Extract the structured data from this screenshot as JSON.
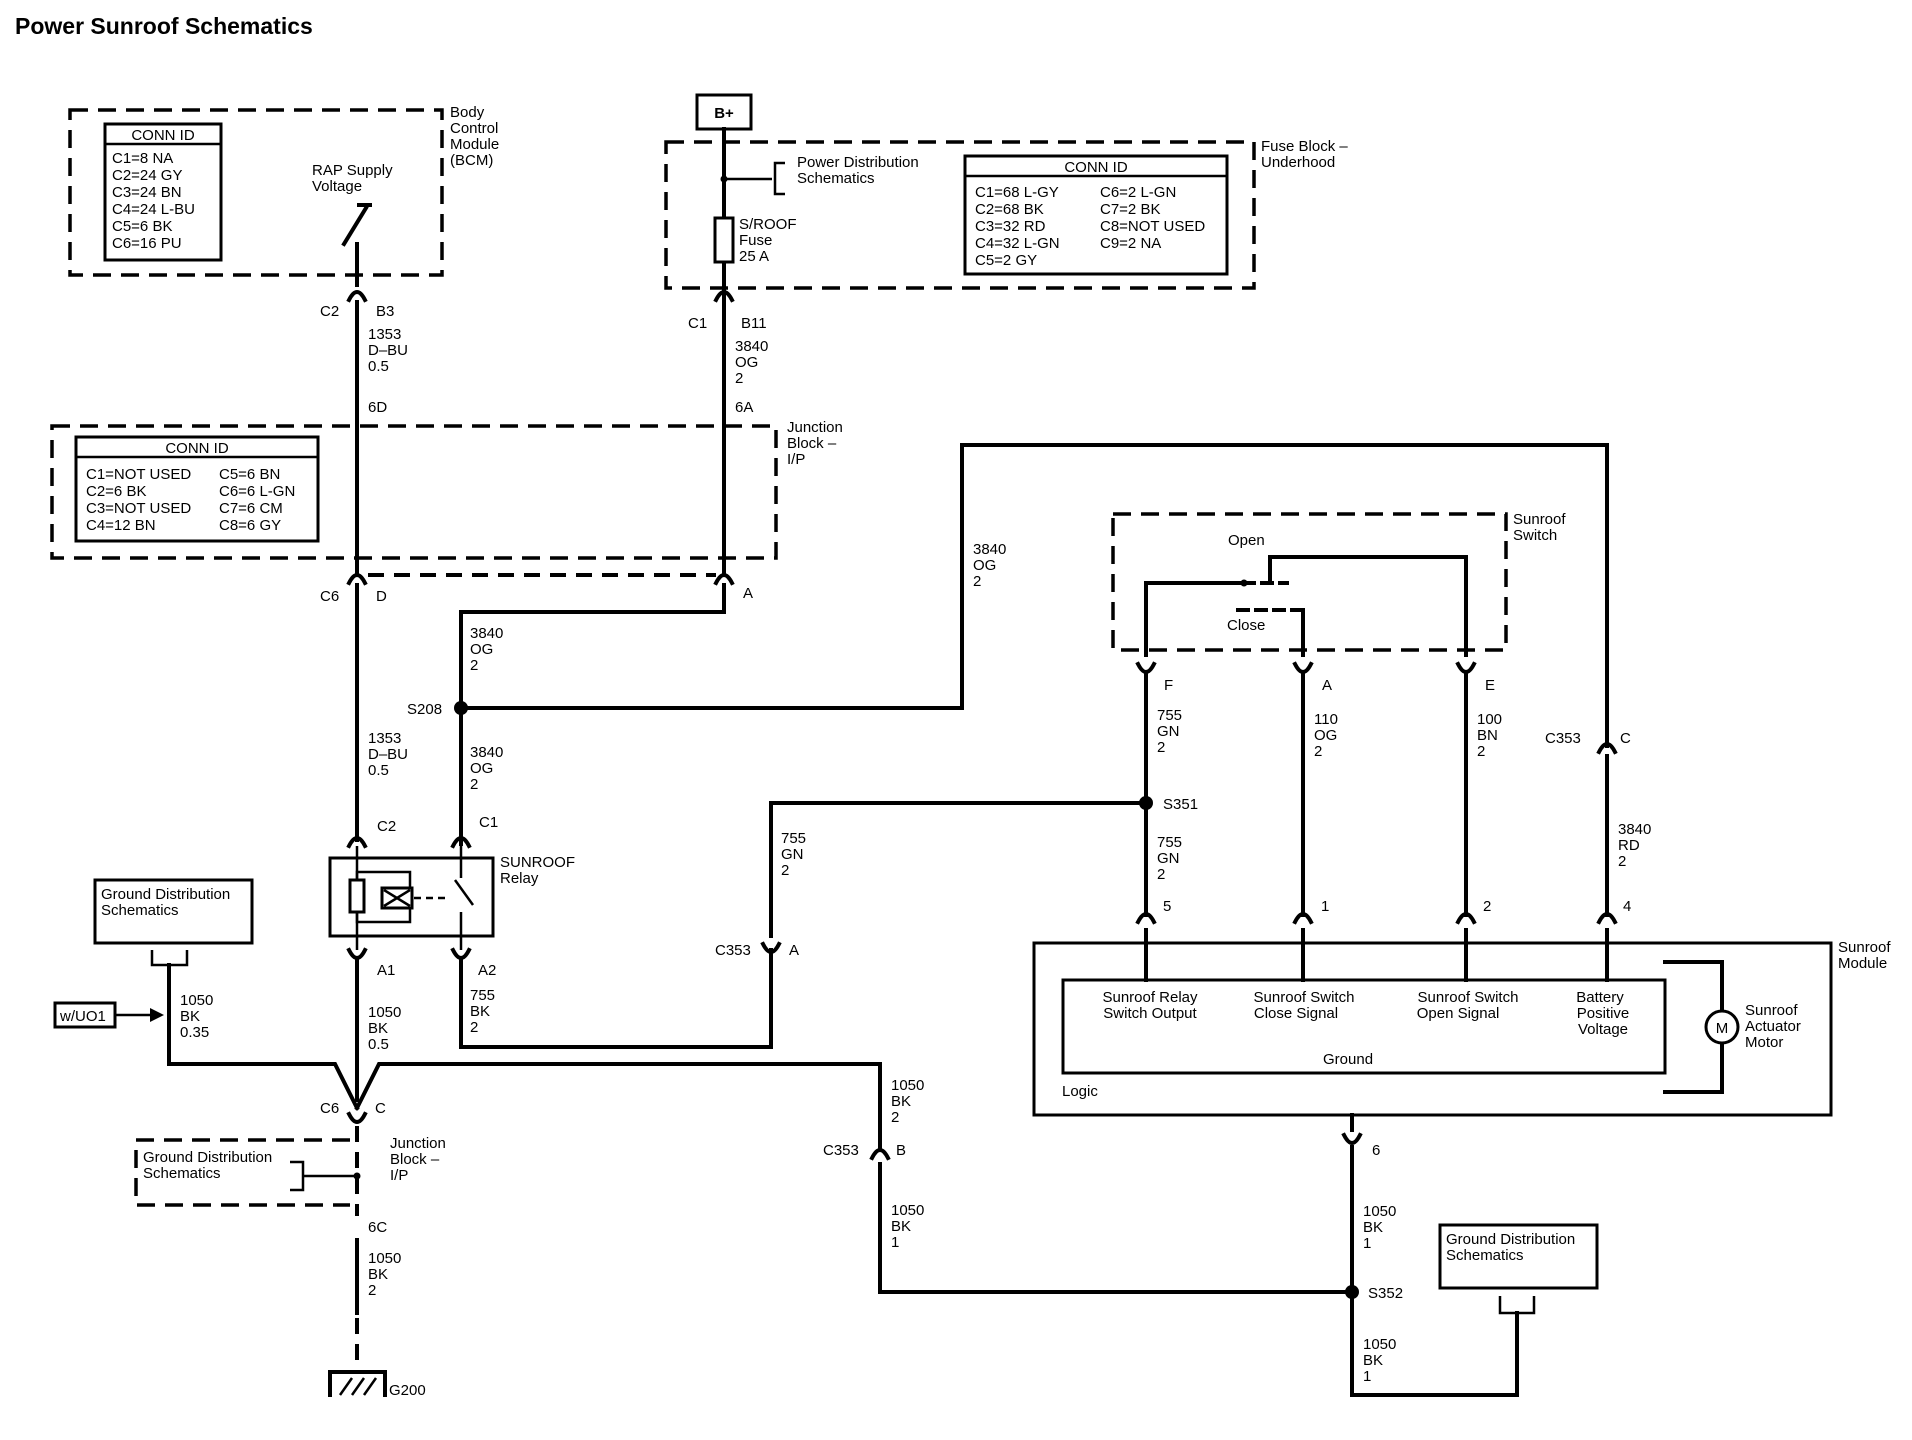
{
  "title": "Power Sunroof Schematics",
  "power": {
    "label": "B+"
  },
  "bcm": {
    "name_lines": [
      "Body",
      "Control",
      "Module",
      "(BCM)"
    ],
    "conn_title": "CONN ID",
    "conn": [
      "C1=8 NA",
      "C2=24 GY",
      "C3=24 BN",
      "C4=24 L-BU",
      "C5=6 BK",
      "C6=16 PU"
    ],
    "supply_lines": [
      "RAP Supply",
      "Voltage"
    ]
  },
  "fuse_block": {
    "name_lines": [
      "Fuse Block –",
      "Underhood"
    ],
    "pds_lines": [
      "Power Distribution",
      "Schematics"
    ],
    "fuse_lines": [
      "S/ROOF",
      "Fuse",
      "25 A"
    ],
    "conn_title": "CONN ID",
    "conn_left": [
      "C1=68 L-GY",
      "C2=68 BK",
      "C3=32 RD",
      "C4=32 L-GN",
      "C5=2 GY"
    ],
    "conn_right": [
      "C6=2 L-GN",
      "C7=2 BK",
      "C8=NOT USED",
      "C9=2 NA"
    ]
  },
  "junction_block": {
    "name_lines": [
      "Junction",
      "Block –",
      "I/P"
    ],
    "conn_title": "CONN ID",
    "conn_left": [
      "C1=NOT USED",
      "C2=6 BK",
      "C3=NOT USED",
      "C4=12 BN"
    ],
    "conn_right": [
      "C5=6 BN",
      "C6=6 L-GN",
      "C7=6 CM",
      "C8=6 GY"
    ]
  },
  "sunroof_switch": {
    "name_lines": [
      "Sunroof",
      "Switch"
    ],
    "open": "Open",
    "close": "Close"
  },
  "relay": {
    "name_lines": [
      "SUNROOF",
      "Relay"
    ]
  },
  "module": {
    "name_lines": [
      "Sunroof",
      "Module"
    ],
    "logic": "Logic",
    "ground": "Ground",
    "inputs": [
      {
        "lines": [
          "Sunroof Relay",
          "Switch Output"
        ]
      },
      {
        "lines": [
          "Sunroof Switch",
          "Close Signal"
        ]
      },
      {
        "lines": [
          "Sunroof Switch",
          "Open Signal"
        ]
      },
      {
        "lines": [
          "Battery",
          "Positive",
          "Voltage"
        ]
      }
    ],
    "motor_symbol": "M",
    "motor_lines": [
      "Sunroof",
      "Actuator",
      "Motor"
    ]
  },
  "ground_ref": {
    "lines": [
      "Ground Distribution",
      "Schematics"
    ]
  },
  "option": {
    "label": "w/UO1"
  },
  "ground_point": "G200",
  "labels": {
    "c2": "C2",
    "b3": "B3",
    "c1": "C1",
    "b11": "B11",
    "w1353a": [
      "1353",
      "D–BU",
      "0.5"
    ],
    "w3840a": [
      "3840",
      "OG",
      "2"
    ],
    "p6d": "6D",
    "p6a": "6A",
    "c6": "C6",
    "pd": "D",
    "pa": "A",
    "w3840b": [
      "3840",
      "OG",
      "2"
    ],
    "s208": "S208",
    "w1353b": [
      "1353",
      "D–BU",
      "0.5"
    ],
    "w3840c": [
      "3840",
      "OG",
      "2"
    ],
    "rc2": "C2",
    "rc1": "C1",
    "ra1": "A1",
    "ra2": "A2",
    "w1050a": [
      "1050",
      "BK",
      "0.5"
    ],
    "w755bk": [
      "755",
      "BK",
      "2"
    ],
    "w1050opt": [
      "1050",
      "BK",
      "0.35"
    ],
    "c6c_conn": "C6",
    "c6c_pin": "C",
    "p6c": "6C",
    "w1050g": [
      "1050",
      "BK",
      "2"
    ],
    "w3840top": [
      "3840",
      "OG",
      "2"
    ],
    "sw_f": "F",
    "sw_a": "A",
    "sw_e": "E",
    "w755a": [
      "755",
      "GN",
      "2"
    ],
    "w110": [
      "110",
      "OG",
      "2"
    ],
    "w100": [
      "100",
      "BN",
      "2"
    ],
    "c353c_conn": "C353",
    "c353c_pin": "C",
    "s351": "S351",
    "w755b": [
      "755",
      "GN",
      "2"
    ],
    "w755c": [
      "755",
      "GN",
      "2"
    ],
    "w3840rd": [
      "3840",
      "RD",
      "2"
    ],
    "m5": "5",
    "m1": "1",
    "m2": "2",
    "m4": "4",
    "c353a_conn": "C353",
    "c353a_pin": "A",
    "w1050b": [
      "1050",
      "BK",
      "2"
    ],
    "c353b_conn": "C353",
    "c353b_pin": "B",
    "w1050c": [
      "1050",
      "BK",
      "1"
    ],
    "m6": "6",
    "w1050d": [
      "1050",
      "BK",
      "1"
    ],
    "s352": "S352",
    "w1050e": [
      "1050",
      "BK",
      "1"
    ]
  }
}
